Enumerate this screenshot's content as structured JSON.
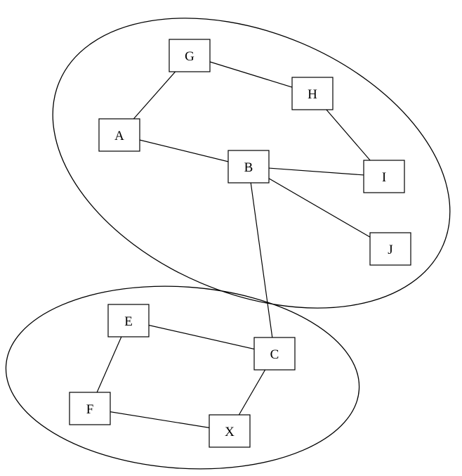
{
  "nodes": [
    {
      "id": "G",
      "label": "G"
    },
    {
      "id": "H",
      "label": "H"
    },
    {
      "id": "A",
      "label": "A"
    },
    {
      "id": "B",
      "label": "B"
    },
    {
      "id": "I",
      "label": "I"
    },
    {
      "id": "J",
      "label": "J"
    },
    {
      "id": "E",
      "label": "E"
    },
    {
      "id": "C",
      "label": "C"
    },
    {
      "id": "F",
      "label": "F"
    },
    {
      "id": "X",
      "label": "X"
    }
  ],
  "edges": [
    {
      "from": "G",
      "to": "H"
    },
    {
      "from": "G",
      "to": "A"
    },
    {
      "from": "H",
      "to": "I"
    },
    {
      "from": "A",
      "to": "B"
    },
    {
      "from": "B",
      "to": "I"
    },
    {
      "from": "B",
      "to": "J"
    },
    {
      "from": "B",
      "to": "C"
    },
    {
      "from": "E",
      "to": "C"
    },
    {
      "from": "E",
      "to": "F"
    },
    {
      "from": "F",
      "to": "X"
    },
    {
      "from": "C",
      "to": "X"
    }
  ],
  "clusters": [
    {
      "id": "upper",
      "members": [
        "G",
        "H",
        "A",
        "B",
        "I",
        "J"
      ]
    },
    {
      "id": "lower",
      "members": [
        "E",
        "C",
        "F",
        "X"
      ]
    }
  ]
}
